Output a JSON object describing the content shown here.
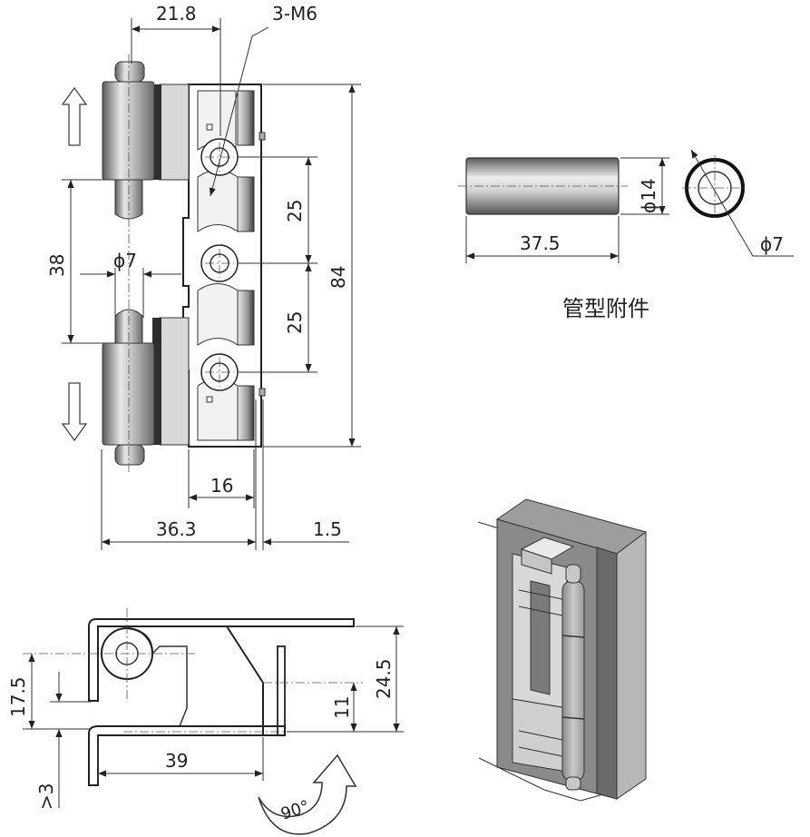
{
  "dimensions": {
    "d_21_8": "21.8",
    "d_3_m6": "3-M6",
    "d_38": "38",
    "d_phi7_main": "ϕ7",
    "d_25_top": "25",
    "d_25_bottom": "25",
    "d_84": "84",
    "d_16": "16",
    "d_36_3": "36.3",
    "d_1_5": "1.5",
    "d_37_5": "37.5",
    "d_phi14": "ϕ14",
    "d_phi7_tube": "ϕ7",
    "d_17_5": "17.5",
    "d_24_5": "24.5",
    "d_11": "11",
    "d_gt3": ">3",
    "d_39": "39",
    "d_90": "90°"
  },
  "captions": {
    "tube_accessory": "管型附件"
  }
}
